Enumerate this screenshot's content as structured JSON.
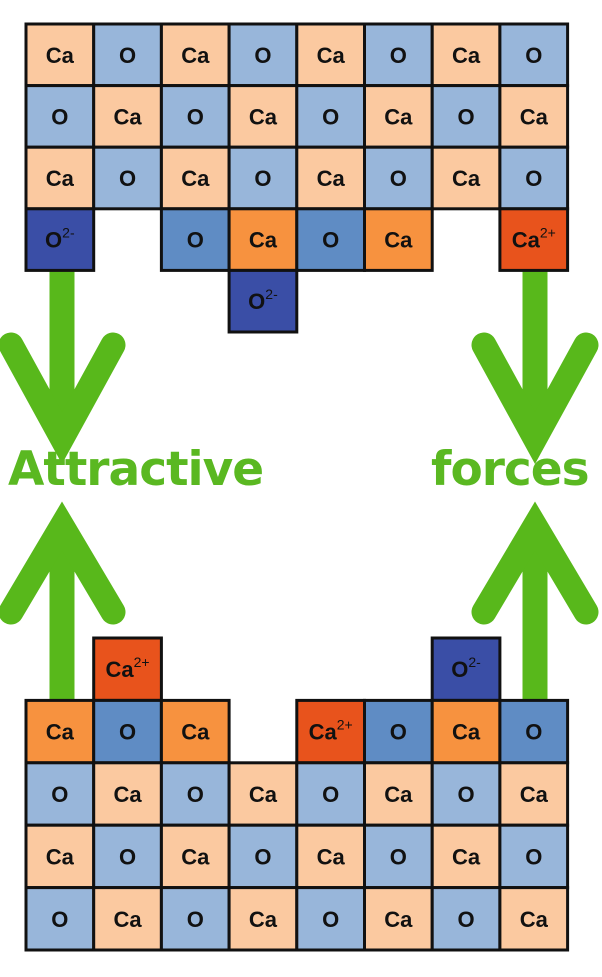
{
  "colors": {
    "ca_light": "#fbc9a0",
    "o_light": "#98b6da",
    "ca_surface": "#f7923f",
    "o_surface": "#5f8cc4",
    "ca_ion": "#e8531c",
    "o_ion": "#3a4ea6",
    "arrow": "#58b81b",
    "border": "#111111"
  },
  "labels": {
    "attractive": "Attractive",
    "forces": "forces"
  },
  "top_block": [
    [
      [
        "Ca",
        "",
        "ca_light"
      ],
      [
        "O",
        "",
        "o_light"
      ],
      [
        "Ca",
        "",
        "ca_light"
      ],
      [
        "O",
        "",
        "o_light"
      ],
      [
        "Ca",
        "",
        "ca_light"
      ],
      [
        "O",
        "",
        "o_light"
      ],
      [
        "Ca",
        "",
        "ca_light"
      ],
      [
        "O",
        "",
        "o_light"
      ]
    ],
    [
      [
        "O",
        "",
        "o_light"
      ],
      [
        "Ca",
        "",
        "ca_light"
      ],
      [
        "O",
        "",
        "o_light"
      ],
      [
        "Ca",
        "",
        "ca_light"
      ],
      [
        "O",
        "",
        "o_light"
      ],
      [
        "Ca",
        "",
        "ca_light"
      ],
      [
        "O",
        "",
        "o_light"
      ],
      [
        "Ca",
        "",
        "ca_light"
      ]
    ],
    [
      [
        "Ca",
        "",
        "ca_light"
      ],
      [
        "O",
        "",
        "o_light"
      ],
      [
        "Ca",
        "",
        "ca_light"
      ],
      [
        "O",
        "",
        "o_light"
      ],
      [
        "Ca",
        "",
        "ca_light"
      ],
      [
        "O",
        "",
        "o_light"
      ],
      [
        "Ca",
        "",
        "ca_light"
      ],
      [
        "O",
        "",
        "o_light"
      ]
    ],
    [
      [
        "O",
        "2-",
        "o_ion"
      ],
      null,
      [
        "O",
        "",
        "o_surface"
      ],
      [
        "Ca",
        "",
        "ca_surface"
      ],
      [
        "O",
        "",
        "o_surface"
      ],
      [
        "Ca",
        "",
        "ca_surface"
      ],
      null,
      [
        "Ca",
        "2+",
        "ca_ion"
      ]
    ],
    [
      null,
      null,
      null,
      [
        "O",
        "2-",
        "o_ion"
      ],
      null,
      null,
      null,
      null
    ]
  ],
  "bottom_block": [
    [
      null,
      [
        "Ca",
        "2+",
        "ca_ion"
      ],
      null,
      null,
      null,
      null,
      [
        "O",
        "2-",
        "o_ion"
      ],
      null
    ],
    [
      [
        "Ca",
        "",
        "ca_surface"
      ],
      [
        "O",
        "",
        "o_surface"
      ],
      [
        "Ca",
        "",
        "ca_surface"
      ],
      null,
      [
        "Ca",
        "2+",
        "ca_ion"
      ],
      [
        "O",
        "",
        "o_surface"
      ],
      [
        "Ca",
        "",
        "ca_surface"
      ],
      [
        "O",
        "",
        "o_surface"
      ]
    ],
    [
      [
        "O",
        "",
        "o_light"
      ],
      [
        "Ca",
        "",
        "ca_light"
      ],
      [
        "O",
        "",
        "o_light"
      ],
      [
        "Ca",
        "",
        "ca_light"
      ],
      [
        "O",
        "",
        "o_light"
      ],
      [
        "Ca",
        "",
        "ca_light"
      ],
      [
        "O",
        "",
        "o_light"
      ],
      [
        "Ca",
        "",
        "ca_light"
      ]
    ],
    [
      [
        "Ca",
        "",
        "ca_light"
      ],
      [
        "O",
        "",
        "o_light"
      ],
      [
        "Ca",
        "",
        "ca_light"
      ],
      [
        "O",
        "",
        "o_light"
      ],
      [
        "Ca",
        "",
        "ca_light"
      ],
      [
        "O",
        "",
        "o_light"
      ],
      [
        "Ca",
        "",
        "ca_light"
      ],
      [
        "O",
        "",
        "o_light"
      ]
    ],
    [
      [
        "O",
        "",
        "o_light"
      ],
      [
        "Ca",
        "",
        "ca_light"
      ],
      [
        "O",
        "",
        "o_light"
      ],
      [
        "Ca",
        "",
        "ca_light"
      ],
      [
        "O",
        "",
        "o_light"
      ],
      [
        "Ca",
        "",
        "ca_light"
      ],
      [
        "O",
        "",
        "o_light"
      ],
      [
        "Ca",
        "",
        "ca_light"
      ]
    ]
  ]
}
